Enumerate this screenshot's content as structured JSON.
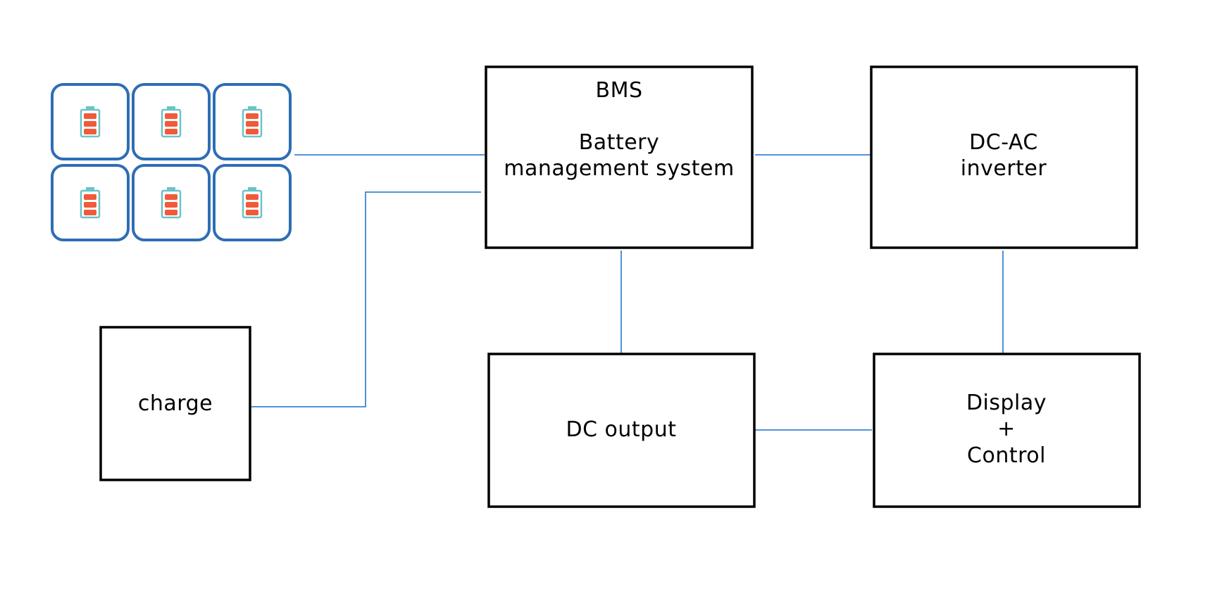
{
  "colors": {
    "connector": "#3a86d0",
    "block_border": "#000000",
    "cell_border": "#2e6db5",
    "battery_outline": "#6cc3c8",
    "battery_level": "#f05a3a"
  },
  "battery_pack": {
    "cells": [
      {
        "icon": "battery-icon"
      },
      {
        "icon": "battery-icon"
      },
      {
        "icon": "battery-icon"
      },
      {
        "icon": "battery-icon"
      },
      {
        "icon": "battery-icon"
      },
      {
        "icon": "battery-icon"
      }
    ]
  },
  "blocks": {
    "bms": {
      "title": "BMS",
      "line1": "Battery",
      "line2": "management system"
    },
    "inverter": {
      "line1": "DC-AC",
      "line2": "inverter"
    },
    "charge": {
      "label": "charge"
    },
    "dc_output": {
      "label": "DC output"
    },
    "display_control": {
      "line1": "Display",
      "line2": "+",
      "line3": "Control"
    }
  },
  "connections": [
    {
      "from": "battery-pack",
      "to": "bms"
    },
    {
      "from": "charge",
      "to": "bms"
    },
    {
      "from": "bms",
      "to": "inverter"
    },
    {
      "from": "bms",
      "to": "dc-output"
    },
    {
      "from": "inverter",
      "to": "display-control"
    },
    {
      "from": "dc-output",
      "to": "display-control"
    }
  ]
}
